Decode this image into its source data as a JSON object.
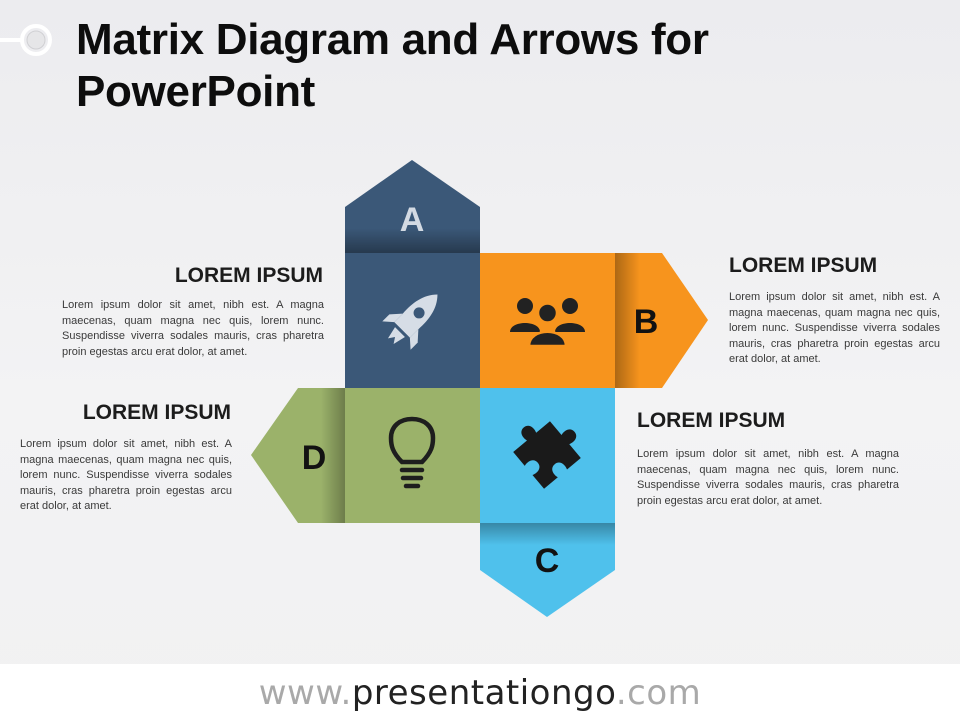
{
  "title": "Matrix Diagram and Arrows for PowerPoint",
  "footer": {
    "prefix": "www.",
    "brand": "presentationgo",
    "suffix": ".com"
  },
  "colors": {
    "a": "#3b5878",
    "b": "#f7941d",
    "c": "#4fc1ec",
    "d": "#9bb26a"
  },
  "diagram": {
    "quadrants": [
      {
        "id": "A",
        "letter": "A",
        "icon": "rocket-icon"
      },
      {
        "id": "B",
        "letter": "B",
        "icon": "team-icon"
      },
      {
        "id": "C",
        "letter": "C",
        "icon": "puzzle-icon"
      },
      {
        "id": "D",
        "letter": "D",
        "icon": "lightbulb-icon"
      }
    ]
  },
  "blocks": {
    "a": {
      "heading": "LOREM IPSUM",
      "body": "Lorem ipsum dolor sit amet, nibh est. A magna maecenas, quam magna nec quis, lorem nunc. Suspendisse viverra sodales mauris, cras pharetra proin egestas arcu erat dolor, at amet."
    },
    "b": {
      "heading": "LOREM IPSUM",
      "body": "Lorem ipsum dolor sit amet, nibh est. A magna maecenas, quam magna nec quis, lorem nunc. Suspendisse viverra sodales mauris, cras pharetra proin egestas arcu erat dolor, at amet."
    },
    "c": {
      "heading": "LOREM IPSUM",
      "body": "Lorem ipsum dolor sit amet, nibh est. A magna maecenas, quam magna nec quis, lorem nunc. Suspendisse viverra sodales mauris, cras pharetra proin egestas arcu erat dolor, at amet."
    },
    "d": {
      "heading": "LOREM IPSUM",
      "body": "Lorem ipsum dolor sit amet, nibh est. A magna maecenas, quam magna nec quis, lorem nunc. Suspendisse viverra sodales mauris, cras pharetra proin egestas arcu erat dolor, at amet."
    }
  }
}
